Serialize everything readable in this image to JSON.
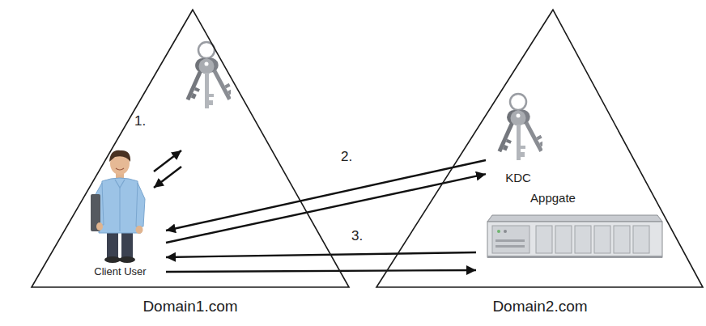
{
  "diagram": {
    "nodes": [
      {
        "text": [
          "Domain1.com"
        ]
      },
      {
        "text": [
          "Client User"
        ],
        "in": 0
      },
      {
        "text": [
          "Domain2.com"
        ]
      },
      {
        "text": [
          "KDC"
        ],
        "in": 2
      },
      {
        "text": [
          "Appgate"
        ],
        "in": 2
      }
    ],
    "edges": [
      {
        "from": 1,
        "to": 3,
        "arrow": "to"
      },
      {
        "from": 3,
        "to": 1,
        "arrow": "to"
      },
      {
        "from": 4,
        "to": 1,
        "arrow": "to"
      },
      {
        "from": 1,
        "to": 4,
        "arrow": "to"
      }
    ],
    "labels": [
      "1.",
      "2.",
      "3."
    ]
  }
}
